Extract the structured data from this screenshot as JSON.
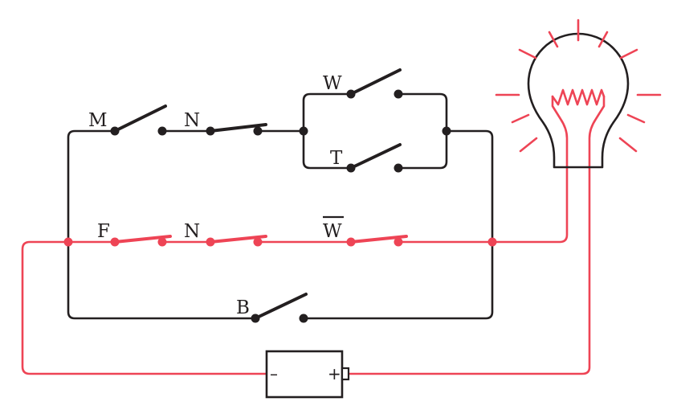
{
  "colors": {
    "wire_dark": "#231f20",
    "wire_active": "#ee4455",
    "background": "#ffffff"
  },
  "labels": {
    "switch_m": "M",
    "switch_n_top": "N",
    "switch_w": "W",
    "switch_t": "T",
    "switch_f": "F",
    "switch_n_mid": "N",
    "switch_w_bar": "W",
    "switch_b": "B",
    "battery_minus": "–",
    "battery_plus": "+"
  },
  "icons": {
    "lamp": "light-bulb-icon",
    "battery": "battery-icon"
  }
}
